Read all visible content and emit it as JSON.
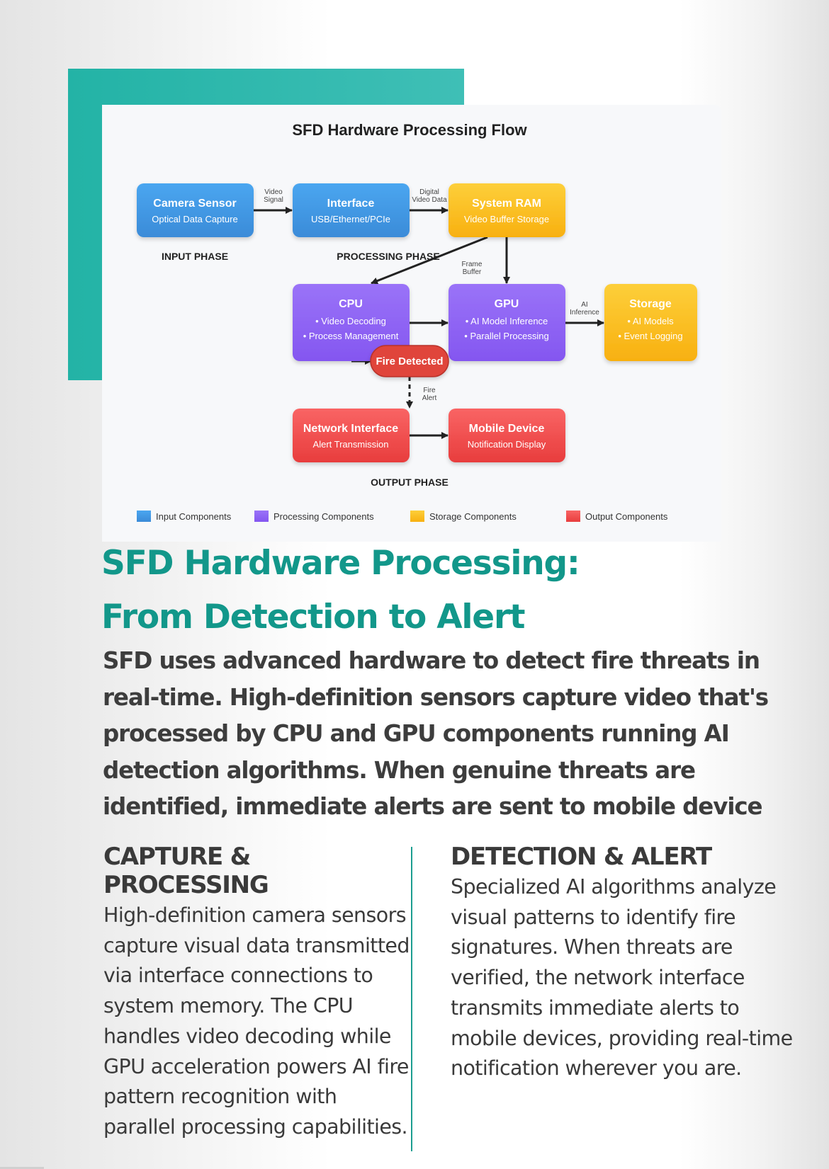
{
  "diagram": {
    "title": "SFD Hardware Processing Flow",
    "colors": {
      "input": "#3b8fe0",
      "processing": "#8b5cf6",
      "storage": "#fbbf24",
      "output": "#ef4444",
      "fire": "#e0453a",
      "accent": "#12978a"
    },
    "nodes": {
      "camera": {
        "title": "Camera Sensor",
        "sub": "Optical Data Capture"
      },
      "interface": {
        "title": "Interface",
        "sub": "USB/Ethernet/PCIe"
      },
      "ram": {
        "title": "System RAM",
        "sub": "Video Buffer Storage"
      },
      "cpu": {
        "title": "CPU",
        "lines": [
          "• Video Decoding",
          "• Process Management"
        ]
      },
      "gpu": {
        "title": "GPU",
        "lines": [
          "• AI Model Inference",
          "• Parallel Processing"
        ]
      },
      "storage": {
        "title": "Storage",
        "lines": [
          "• AI Models",
          "• Event Logging"
        ]
      },
      "fire": {
        "title": "Fire Detected"
      },
      "network": {
        "title": "Network Interface",
        "sub": "Alert Transmission"
      },
      "mobile": {
        "title": "Mobile Device",
        "sub": "Notification Display"
      }
    },
    "edges": {
      "video_signal": [
        "Video",
        "Signal"
      ],
      "digital_video": [
        "Digital",
        "Video Data"
      ],
      "frame_buffer": [
        "Frame",
        "Buffer"
      ],
      "ai_inference": [
        "AI",
        "Inference"
      ],
      "fire_alert": [
        "Fire",
        "Alert"
      ]
    },
    "phases": {
      "input": "INPUT PHASE",
      "processing": "PROCESSING PHASE",
      "output": "OUTPUT PHASE"
    },
    "legend": [
      {
        "label": "Input Components",
        "color": "#3b8fe0"
      },
      {
        "label": "Processing Components",
        "color": "#8b5cf6"
      },
      {
        "label": "Storage Components",
        "color": "#fbbf24"
      },
      {
        "label": "Output Components",
        "color": "#ef4444"
      }
    ]
  },
  "article": {
    "headline": [
      "SFD Hardware Processing:",
      "From Detection to Alert"
    ],
    "lead": "SFD uses advanced hardware to detect fire threats in real-time. High-definition sensors capture video that's processed by CPU and GPU components running AI detection algorithms. When genuine threats are identified, immediate alerts are sent to mobile device",
    "columns": [
      {
        "heading": "CAPTURE & PROCESSING",
        "body": "High-definition camera sensors capture visual data transmitted via interface connections to system memory. The CPU handles video decoding while GPU acceleration powers AI fire pattern recognition with parallel processing capabilities."
      },
      {
        "heading": "DETECTION & ALERT",
        "body": "Specialized AI algorithms analyze visual patterns to identify fire signatures. When threats are verified, the network interface transmits immediate alerts to mobile devices, providing real-time notification wherever you are."
      }
    ]
  }
}
